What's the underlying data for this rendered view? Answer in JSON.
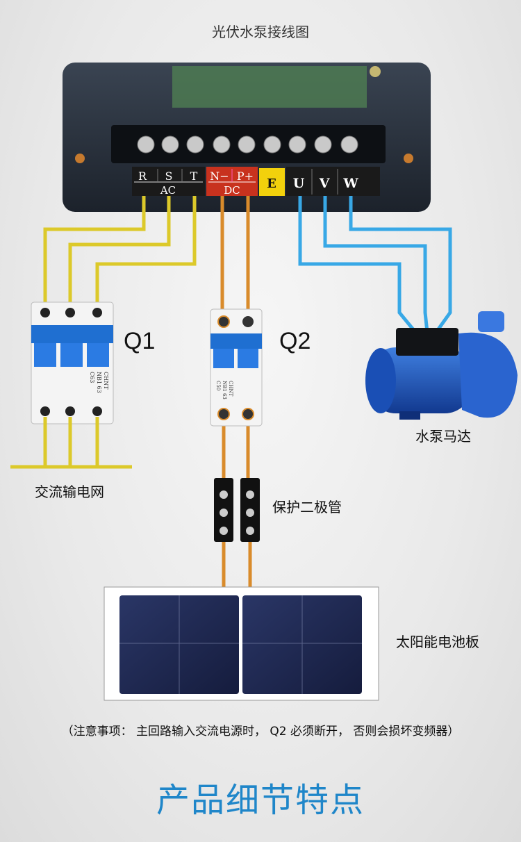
{
  "title": "光伏水泵接线图",
  "terminals": {
    "r": "R",
    "s": "S",
    "t": "T",
    "ac": "AC",
    "n_minus": "N−",
    "p_plus": "P+",
    "dc": "DC",
    "e": "E",
    "u": "U",
    "v": "V",
    "w": "W"
  },
  "labels": {
    "q1": "Q1",
    "q2": "Q2",
    "grid": "交流输电网",
    "pump": "水泵马达",
    "diode": "保护二极管",
    "solar": "太阳能电池板"
  },
  "breaker_text": {
    "q1_brand": "CHNT",
    "q1_model": "NB1 63",
    "q1_rating": "C63",
    "q2_brand": "CHNT",
    "q2_model": "NB1 63",
    "q2_rating": "C50"
  },
  "note": "（注意事项：  主回路输入交流电源时，   Q2 必须断开，   否则会损坏变频器）",
  "footer": "产品细节特点",
  "colors": {
    "ac_wire": "#dcc92a",
    "dc_wire": "#d98b2b",
    "motor_wire": "#38a8e6",
    "breaker_blue": "#1f6fd1",
    "footer_blue": "#1f86c9",
    "dc_red": "#c8321e",
    "e_yellow": "#f2d10c"
  }
}
